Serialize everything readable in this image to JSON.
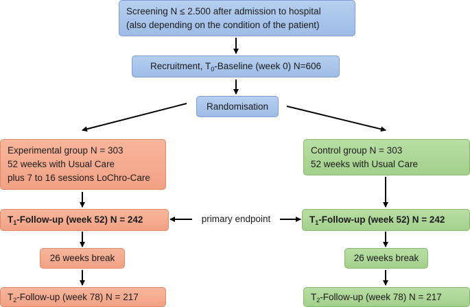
{
  "screening": {
    "line1": "Screening N ≤ 2.500 after admission to hospital",
    "line2": "(also depending on the condition of the patient)"
  },
  "recruitment": {
    "prefix": "Recruitment, T",
    "sub": "0",
    "suffix": "-Baseline (week 0) N=606"
  },
  "randomisation": {
    "label": "Randomisation"
  },
  "experimental": {
    "line1": "Experimental group N = 303",
    "line2": "52 weeks with Usual Care",
    "line3": "plus 7 to 16 sessions LoChro-Care",
    "t1_prefix": "T",
    "t1_sub": "1",
    "t1_suffix": "-Follow-up (week 52) N = 242",
    "break_label": "26 weeks break",
    "t2_prefix": "T",
    "t2_sub": "2",
    "t2_suffix": "-Follow-up (week 78) N = 217"
  },
  "control": {
    "line1": "Control group N = 303",
    "line2": "52 weeks with Usual Care",
    "t1_prefix": "T",
    "t1_sub": "1",
    "t1_suffix": "-Follow-up (week 52) N = 242",
    "break_label": "26 weeks break",
    "t2_prefix": "T",
    "t2_sub": "2",
    "t2_suffix": "-Follow-up (week 78) N = 217"
  },
  "endpoint": {
    "label": "primary endpoint"
  },
  "colors": {
    "blue_box": "#a9c4ea",
    "orange_box": "#f4a98b",
    "green_box": "#acd595",
    "arrow": "#000000"
  }
}
